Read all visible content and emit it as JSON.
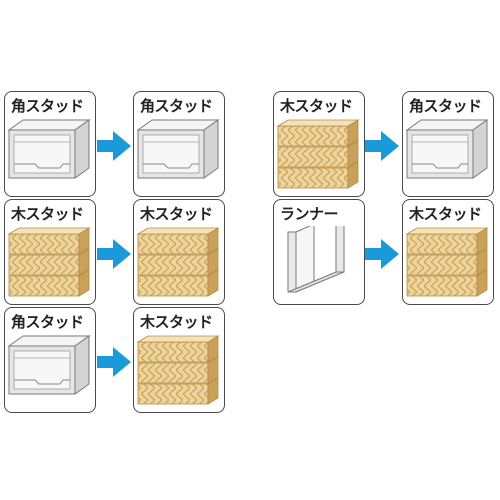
{
  "colors": {
    "arrow": "#1a9ad8",
    "border": "#4a4a4a",
    "wood_light": "#e9cf95",
    "wood_dark": "#c9a25a",
    "steel": "#e6e6e6"
  },
  "icons": {
    "arrow": "right-arrow-icon",
    "steel": "steel-stud-icon",
    "wood": "wood-stud-icon",
    "runner": "runner-icon"
  },
  "cards": [
    {
      "label": "角スタッド",
      "kind": "steel"
    },
    {
      "label": "角スタッド",
      "kind": "steel"
    },
    {
      "label": "木スタッド",
      "kind": "wood"
    },
    {
      "label": "木スタッド",
      "kind": "wood"
    },
    {
      "label": "角スタッド",
      "kind": "steel"
    },
    {
      "label": "木スタッド",
      "kind": "wood"
    },
    {
      "label": "木スタッド",
      "kind": "wood"
    },
    {
      "label": "角スタッド",
      "kind": "steel"
    },
    {
      "label": "ランナー",
      "kind": "runner"
    },
    {
      "label": "木スタッド",
      "kind": "wood"
    }
  ]
}
